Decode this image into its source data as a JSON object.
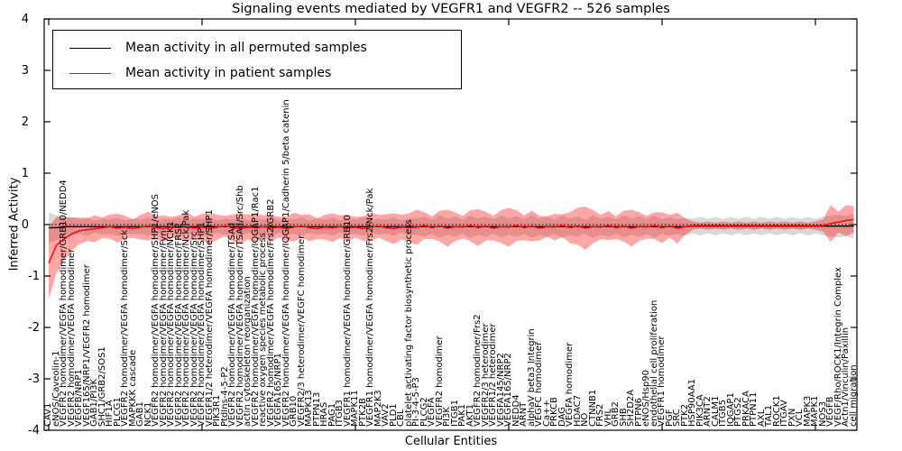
{
  "title": "Signaling events mediated by VEGFR1 and VEGFR2 -- 526 samples",
  "axes": {
    "xlabel": "Cellular Entities",
    "ylabel": "Inferred Activity",
    "yticks": [
      "4",
      "3",
      "2",
      "1",
      "0",
      "-1",
      "-2",
      "-3",
      "-4"
    ],
    "ylim": [
      -4,
      4
    ]
  },
  "legend": {
    "items": [
      {
        "label": "Mean activity in all permuted samples",
        "color": "#000000"
      },
      {
        "label": "Mean activity in patient samples",
        "color": "#ff0000"
      }
    ]
  },
  "chart_data": {
    "type": "line",
    "title": "Signaling events mediated by VEGFR1 and VEGFR2 -- 526 samples",
    "xlabel": "Cellular Entities",
    "ylabel": "Inferred Activity",
    "ylim": [
      -4,
      4
    ],
    "zero_line": 0,
    "legend_position": "upper left",
    "entities": [
      "CAV1",
      "eNOS/Caveolin-1",
      "VEGFR2 homodimer/VEGFA homodimer/GRB10/NEDD4",
      "VEGFR2 homodimer/VEGFA homodimer",
      "VEGFB/NRP1",
      "VEGF165/NRP1/VEGFR2 homodimer",
      "GAB1/PI3K",
      "SHC1/GRB2/SOS1",
      "HIF1A",
      "PLCG1",
      "VEGFR2 homodimer/VEGFA homodimer/Sck",
      "MAPKKK cascade",
      "GAB1",
      "NCK1",
      "VEGFR2 homodimer/VEGFA homodimer/SHP1/eNOS",
      "VEGFR2 homodimer/VEGFA homodimer/Fyn",
      "VEGFR2 homodimer/VEGFA homodimer/NCK1",
      "VEGFR2 homodimer/VEGFA homodimer/FRS2",
      "VEGFR2 homodimer/VEGFA homodimer/Nck/Pak",
      "VEGFR2 homodimer/VEGFA homodimer/Src",
      "VEGFR2 homodimer/VEGFA homodimer/SHP1",
      "VEGFR1/2 heterodimer/VEGFA homodimer/SHP1",
      "PIK3R1",
      "PtdIns-4-5-P2",
      "VEGFR2 homodimer/VEGFA homodimer/TSAd",
      "VEGFR2 homodimer/VEGFA homodimer/TSAd/Src/Shb",
      "actin cytoskeleton reorganization",
      "VEGFR2 homodimer/VEGFA homodimer/IQGAP1/Rac1",
      "reactive oxygen species metabolic process",
      "VEGFR2 homodimer/VEGFA homodimer/Frs2/GRB2",
      "VEGFA165/NRP1",
      "VEGFR2 homodimer/VEGFA homodimer/IQGAP1/Cadherin 5/beta catenin",
      "GRB10",
      "VEGFR2/3 heterodimer/VEGFC homodimer",
      "MAPK13",
      "PTPN13",
      "HRAS",
      "PAG1",
      "ITGB3",
      "VEGFR1 homodimer/VEGFA homodimer/GRB10",
      "MAPK11",
      "PTK2B",
      "VEGFR1 homodimer/VEGFA homodimer/Frs2/Nck/Pak",
      "MAP2K3",
      "VAV2",
      "PLD1",
      "CBL",
      "platelet activating factor biosynthetic process",
      "PI-3-4-5-P3",
      "PLCG2",
      "VEGFA",
      "VEGFR2 homodimer",
      "PI3K",
      "ITGB1",
      "PAK1",
      "AKT1",
      "VEGFR2 homodimer/Frs2",
      "VEGFR2/3 heterodimer",
      "VEGFR1/2 heterodimer",
      "VEGFA145/NRP2",
      "VEGFA165/NRP2",
      "NEDD4",
      "ARNT",
      "alphaV beta3 Integrin",
      "VEGFC homodimer",
      "Ca++",
      "PRKCB",
      "DAG",
      "VEGFA homodimer",
      "HDAC7",
      "NO",
      "CTNNB1",
      "FRS2",
      "VHL",
      "GRB2",
      "SHB",
      "SH2D2A",
      "PTPN6",
      "eNOS/Hsp90",
      "endothelial cell proliferation",
      "VEGFR1 homodimer",
      "PGF",
      "SRC",
      "PTK2",
      "HSP90AA1",
      "PIK3CA",
      "ARNT2",
      "CALM1",
      "ITGB5",
      "IQGAP1",
      "PTGS2",
      "PRKACA",
      "PTPN11",
      "AXL",
      "TAL1",
      "ROCK1",
      "ITGAV",
      "PXN",
      "VCL",
      "MAPK3",
      "MAPK1",
      "NOS3",
      "VEGFB",
      "VEGF/Rho/ROCK1/Integrin Complex",
      "Actn1/Vinculin/Paxillin",
      "cell migration"
    ],
    "series": [
      {
        "name": "Mean activity in all permuted samples",
        "color": "#000000",
        "band_color": "#000000",
        "band_opacity": 0.15,
        "mean": [
          -0.06,
          -0.06,
          -0.04,
          -0.04,
          -0.04,
          -0.04,
          -0.04,
          -0.04,
          -0.04,
          -0.04,
          -0.04,
          -0.04,
          -0.04,
          -0.04,
          -0.04,
          -0.04,
          -0.04,
          -0.04,
          -0.04,
          -0.04,
          -0.04,
          -0.04,
          -0.04,
          -0.04,
          -0.04,
          -0.04,
          -0.04,
          -0.04,
          -0.04,
          -0.04,
          -0.04,
          -0.04,
          -0.04,
          -0.04,
          -0.04,
          -0.04,
          -0.04,
          -0.04,
          -0.04,
          -0.04,
          -0.04,
          -0.04,
          -0.04,
          -0.04,
          -0.04,
          -0.04,
          -0.04,
          -0.04,
          -0.04,
          -0.04,
          -0.04,
          -0.04,
          -0.04,
          -0.04,
          -0.04,
          -0.04,
          -0.04,
          -0.04,
          -0.04,
          -0.04,
          -0.04,
          -0.04,
          -0.04,
          -0.04,
          -0.04,
          -0.04,
          -0.04,
          -0.04,
          -0.04,
          -0.04,
          -0.04,
          -0.04,
          -0.04,
          -0.04,
          -0.04,
          -0.04,
          -0.04,
          -0.04,
          -0.04,
          -0.04,
          -0.04,
          -0.04,
          -0.04,
          -0.04,
          -0.03,
          -0.03,
          -0.03,
          -0.03,
          -0.03,
          -0.03,
          -0.03,
          -0.03,
          -0.03,
          -0.03,
          -0.03,
          -0.03,
          -0.03,
          -0.03,
          -0.03,
          -0.03,
          -0.03,
          -0.03,
          -0.03,
          -0.03,
          -0.03,
          -0.03
        ],
        "halfwidth": [
          0.3,
          0.24,
          0.2,
          0.18,
          0.14,
          0.18,
          0.12,
          0.16,
          0.14,
          0.18,
          0.12,
          0.16,
          0.14,
          0.18,
          0.12,
          0.16,
          0.14,
          0.18,
          0.12,
          0.16,
          0.14,
          0.18,
          0.12,
          0.16,
          0.14,
          0.18,
          0.12,
          0.16,
          0.14,
          0.18,
          0.12,
          0.16,
          0.14,
          0.18,
          0.12,
          0.16,
          0.14,
          0.18,
          0.12,
          0.16,
          0.14,
          0.18,
          0.12,
          0.16,
          0.14,
          0.18,
          0.12,
          0.16,
          0.16,
          0.2,
          0.14,
          0.22,
          0.16,
          0.2,
          0.14,
          0.22,
          0.16,
          0.2,
          0.14,
          0.22,
          0.16,
          0.2,
          0.14,
          0.22,
          0.16,
          0.2,
          0.14,
          0.22,
          0.16,
          0.2,
          0.14,
          0.22,
          0.16,
          0.2,
          0.14,
          0.22,
          0.16,
          0.2,
          0.14,
          0.22,
          0.14,
          0.18,
          0.14,
          0.18,
          0.14,
          0.18,
          0.14,
          0.18,
          0.14,
          0.18,
          0.14,
          0.18,
          0.14,
          0.18,
          0.14,
          0.18,
          0.14,
          0.18,
          0.14,
          0.18,
          0.14,
          0.18,
          0.2,
          0.22,
          0.2,
          0.24
        ]
      },
      {
        "name": "Mean activity in patient samples",
        "color": "#ff0000",
        "band_color": "#ff0000",
        "band_opacity": 0.35,
        "mean": [
          -0.75,
          -0.4,
          -0.28,
          -0.18,
          -0.12,
          -0.1,
          -0.08,
          -0.06,
          -0.04,
          -0.07,
          -0.05,
          -0.08,
          -0.05,
          -0.03,
          -0.06,
          -0.08,
          -0.05,
          -0.06,
          -0.04,
          -0.07,
          -0.05,
          -0.08,
          -0.05,
          -0.03,
          -0.06,
          -0.08,
          -0.05,
          -0.06,
          -0.04,
          -0.07,
          -0.05,
          -0.08,
          -0.05,
          -0.03,
          -0.06,
          -0.08,
          -0.05,
          -0.06,
          -0.04,
          -0.07,
          -0.05,
          -0.08,
          -0.05,
          -0.03,
          -0.06,
          -0.08,
          -0.05,
          -0.06,
          -0.05,
          -0.02,
          -0.06,
          -0.03,
          -0.07,
          -0.04,
          -0.05,
          -0.02,
          -0.06,
          -0.03,
          -0.07,
          -0.04,
          -0.05,
          -0.02,
          -0.06,
          -0.03,
          -0.07,
          -0.04,
          -0.05,
          -0.02,
          -0.06,
          -0.03,
          -0.07,
          -0.04,
          -0.05,
          -0.02,
          -0.06,
          -0.03,
          -0.07,
          -0.04,
          -0.05,
          -0.02,
          -0.06,
          -0.03,
          -0.07,
          -0.04,
          -0.02,
          -0.02,
          -0.02,
          -0.02,
          -0.02,
          -0.02,
          -0.02,
          -0.02,
          -0.02,
          -0.02,
          -0.02,
          -0.02,
          -0.02,
          -0.02,
          -0.02,
          -0.02,
          -0.02,
          -0.02,
          0.02,
          0.05,
          0.08,
          0.1
        ],
        "halfwidth": [
          0.7,
          0.55,
          0.42,
          0.32,
          0.26,
          0.22,
          0.26,
          0.2,
          0.24,
          0.28,
          0.22,
          0.18,
          0.24,
          0.28,
          0.22,
          0.26,
          0.2,
          0.24,
          0.28,
          0.22,
          0.26,
          0.3,
          0.24,
          0.2,
          0.26,
          0.3,
          0.24,
          0.28,
          0.22,
          0.26,
          0.2,
          0.24,
          0.28,
          0.22,
          0.26,
          0.2,
          0.24,
          0.28,
          0.22,
          0.26,
          0.2,
          0.24,
          0.28,
          0.22,
          0.26,
          0.3,
          0.24,
          0.28,
          0.34,
          0.26,
          0.22,
          0.3,
          0.36,
          0.28,
          0.22,
          0.3,
          0.36,
          0.28,
          0.24,
          0.32,
          0.38,
          0.3,
          0.24,
          0.3,
          0.24,
          0.2,
          0.26,
          0.22,
          0.3,
          0.36,
          0.42,
          0.32,
          0.24,
          0.28,
          0.22,
          0.3,
          0.36,
          0.28,
          0.22,
          0.26,
          0.3,
          0.22,
          0.3,
          0.16,
          0.08,
          0.06,
          0.08,
          0.06,
          0.08,
          0.06,
          0.08,
          0.06,
          0.08,
          0.06,
          0.08,
          0.06,
          0.08,
          0.06,
          0.08,
          0.06,
          0.08,
          0.12,
          0.36,
          0.2,
          0.3,
          0.26
        ]
      }
    ]
  }
}
